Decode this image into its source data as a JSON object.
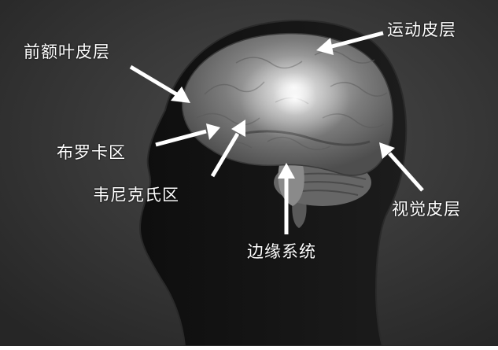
{
  "figure": {
    "colors": {
      "background": "#3a3a3a",
      "head_silhouette": "#141414",
      "brain": "#8a8a8a",
      "arrow": "#ffffff",
      "label_text": "#ffffff"
    },
    "labels": {
      "prefrontal_cortex": "前额叶皮层",
      "motor_cortex": "运动皮层",
      "broca_area": "布罗卡区",
      "wernicke_area": "韦尼克氏区",
      "visual_cortex": "视觉皮层",
      "limbic_system": "边缘系统"
    }
  }
}
